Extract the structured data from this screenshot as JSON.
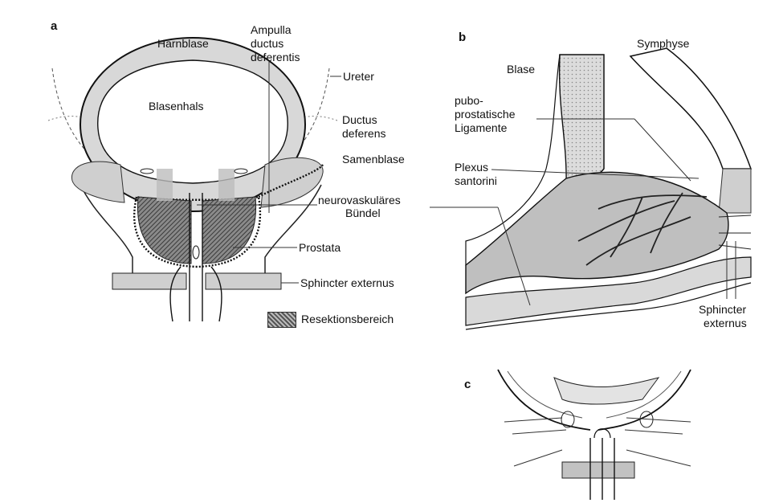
{
  "panels": {
    "a": "a",
    "b": "b",
    "c": "c"
  },
  "labels_a": {
    "harnblase": "Harnblase",
    "ampulla_1": "Ampulla",
    "ampulla_2": "ductus",
    "ampulla_3": "deferentis",
    "ureter": "Ureter",
    "blasenhals": "Blasenhals",
    "ductus_1": "Ductus",
    "ductus_2": "deferens",
    "samenblase": "Samenblase",
    "nvb_1": "neurovaskuläres",
    "nvb_2": "Bündel",
    "prostata": "Prostata",
    "sphincter": "Sphincter externus"
  },
  "legend": {
    "label": "Resektionsbereich"
  },
  "labels_b": {
    "blase": "Blase",
    "symphyse": "Symphyse",
    "pubo_1": "pubo-",
    "pubo_2": "prostatische",
    "pubo_3": "Ligamente",
    "plexus_1": "Plexus",
    "plexus_2": "santorini",
    "sphincter_1": "Sphincter",
    "sphincter_2": "externus"
  }
}
